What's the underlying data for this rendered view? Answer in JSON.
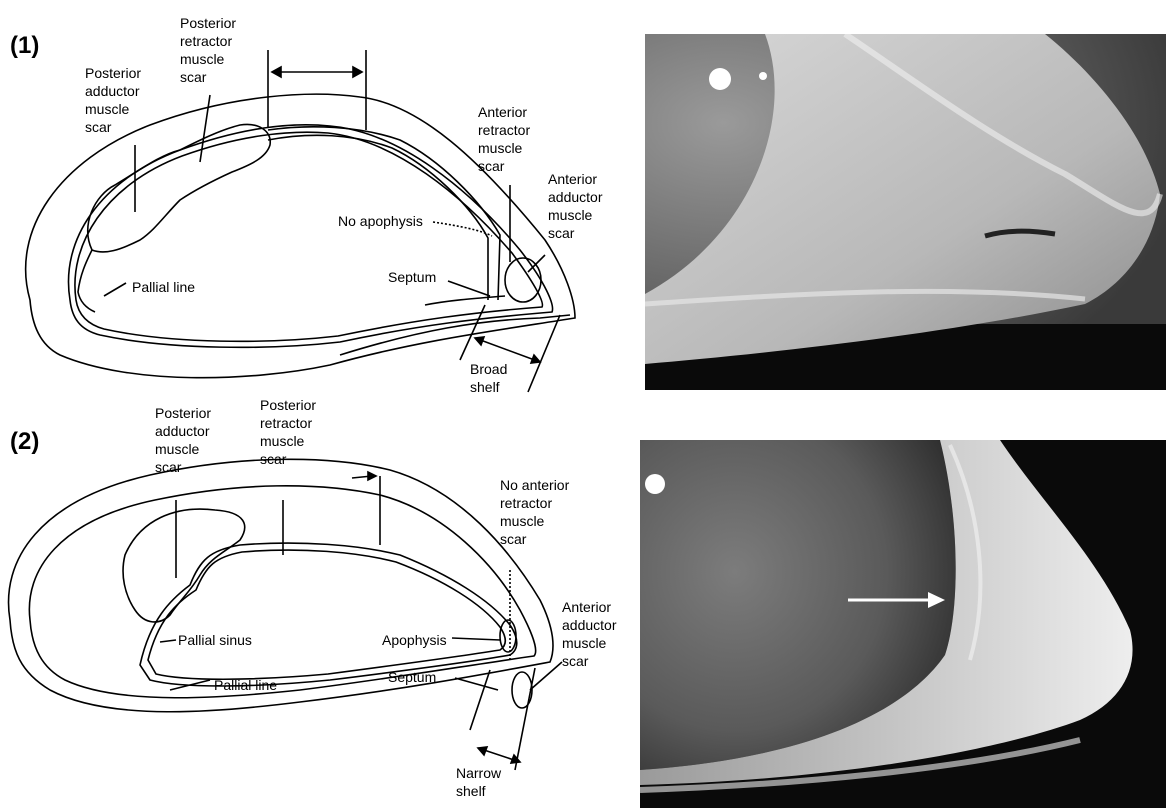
{
  "panels": [
    {
      "label": "(1)",
      "labels": {
        "posterior_adductor": [
          "Posterior",
          "adductor",
          "muscle",
          "scar"
        ],
        "posterior_retractor": [
          "Posterior",
          "retractor",
          "muscle",
          "scar"
        ],
        "anterior_retractor": [
          "Anterior",
          "retractor",
          "muscle",
          "scar"
        ],
        "anterior_adductor": [
          "Anterior",
          "adductor",
          "muscle",
          "scar"
        ],
        "apophysis": "No apophysis",
        "pallial_line": "Pallial line",
        "septum": "Septum",
        "shelf": [
          "Broad",
          "shelf"
        ]
      }
    },
    {
      "label": "(2)",
      "labels": {
        "posterior_adductor": [
          "Posterior",
          "adductor",
          "muscle",
          "scar"
        ],
        "posterior_retractor": [
          "Posterior",
          "retractor",
          "muscle",
          "scar"
        ],
        "anterior_retractor": [
          "No anterior",
          "retractor",
          "muscle",
          "scar"
        ],
        "anterior_adductor": [
          "Anterior",
          "adductor",
          "muscle",
          "scar"
        ],
        "pallial_sinus": "Pallial sinus",
        "apophysis": "Apophysis",
        "pallial_line": "Pallial line",
        "septum": "Septum",
        "shelf": [
          "Narrow",
          "shelf"
        ]
      }
    }
  ],
  "colors": {
    "line": "#000000",
    "photo_bg": "#111111",
    "arrow": "#ffffff"
  }
}
